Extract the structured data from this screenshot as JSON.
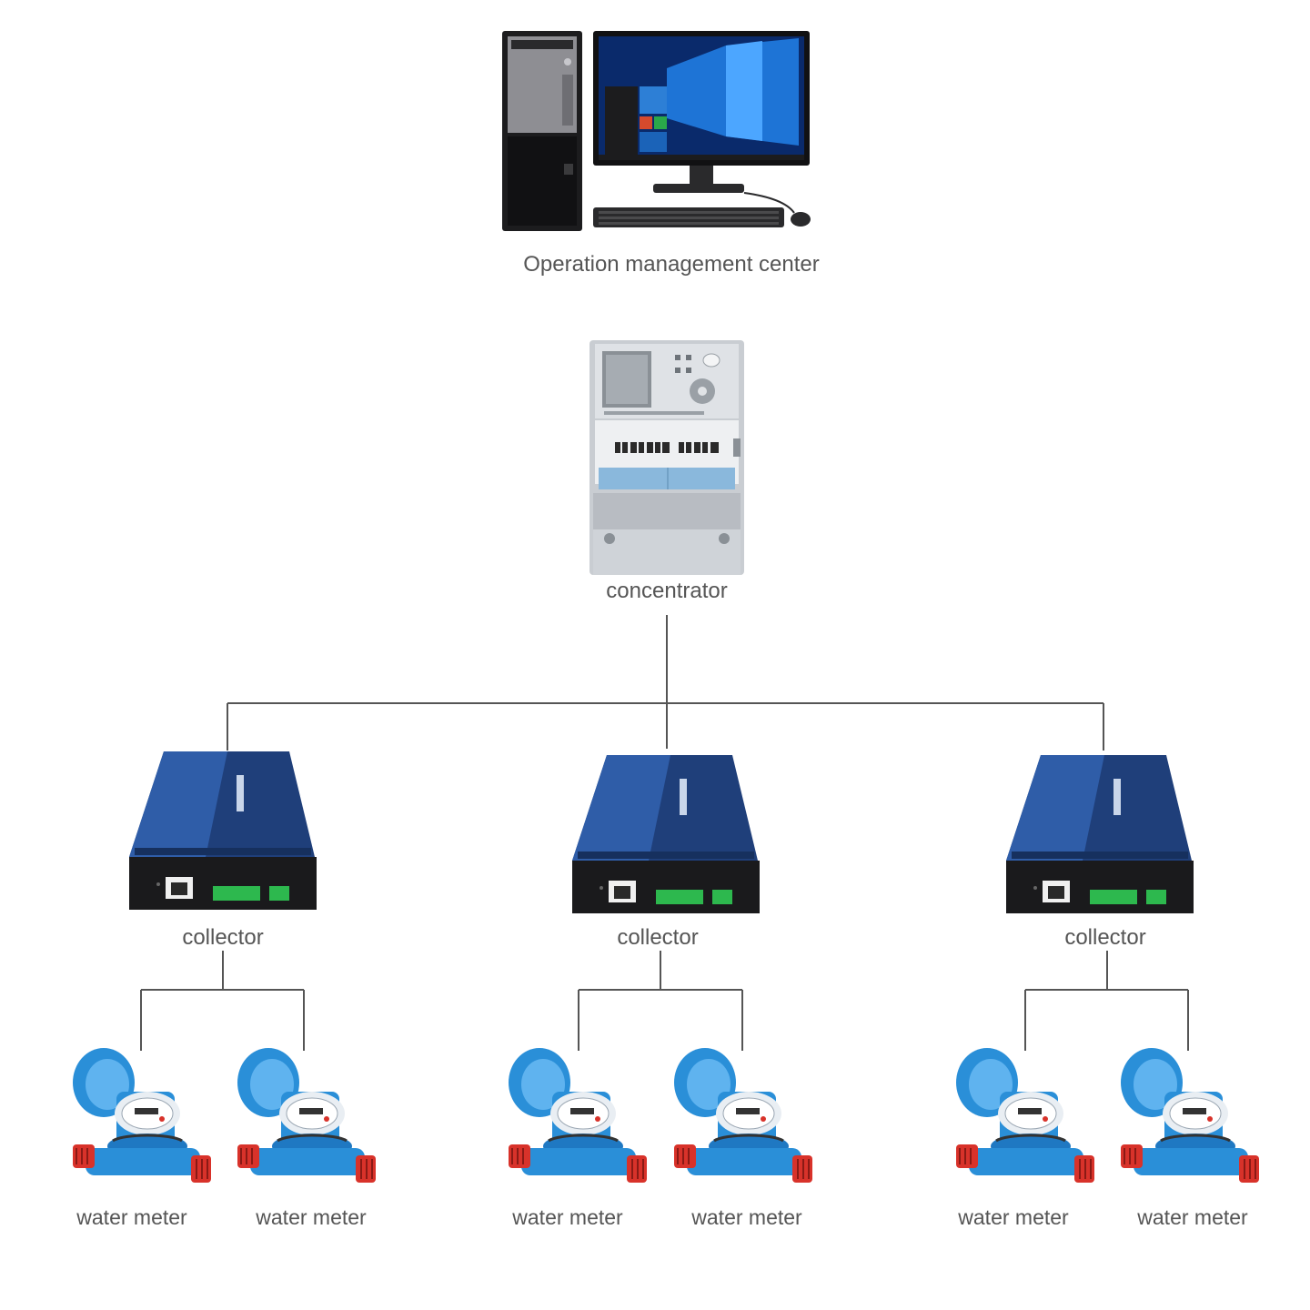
{
  "diagram": {
    "center": {
      "label": "Operation management center",
      "icon": "desktop-computer-icon"
    },
    "concentrator": {
      "label": "concentrator",
      "icon": "concentrator-device-icon"
    },
    "collectors": [
      {
        "label": "collector",
        "meters": [
          {
            "label": "water meter"
          },
          {
            "label": "water meter"
          }
        ]
      },
      {
        "label": "collector",
        "meters": [
          {
            "label": "water meter"
          },
          {
            "label": "water meter"
          }
        ]
      },
      {
        "label": "collector",
        "meters": [
          {
            "label": "water meter"
          },
          {
            "label": "water meter"
          }
        ]
      }
    ],
    "colors": {
      "line": "#555555",
      "label": "#555555",
      "collector_body": "#1f3f7a",
      "meter_body": "#2a8fd8",
      "meter_fitting": "#d8322a"
    }
  }
}
